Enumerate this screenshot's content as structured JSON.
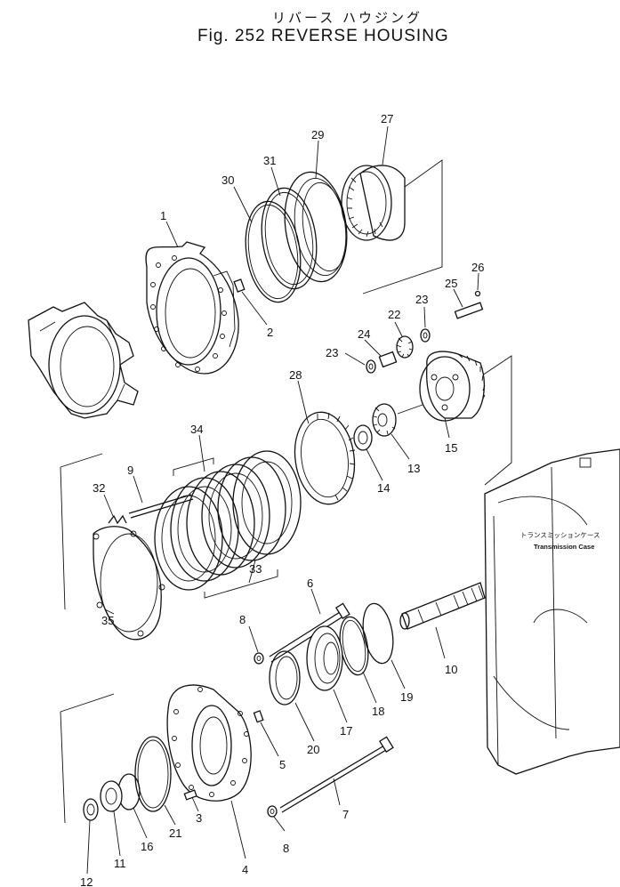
{
  "figure": {
    "title_jp": "リバース ハウジング",
    "title_en": "Fig. 252  REVERSE  HOUSING"
  },
  "case_label": {
    "jp": "トランスミッションケース",
    "en": "Transmission Case"
  },
  "callouts": [
    "1",
    "2",
    "3",
    "4",
    "5",
    "6",
    "7",
    "8",
    "8",
    "9",
    "10",
    "11",
    "12",
    "13",
    "14",
    "15",
    "16",
    "17",
    "18",
    "19",
    "20",
    "21",
    "22",
    "23",
    "23",
    "24",
    "25",
    "26",
    "27",
    "28",
    "29",
    "30",
    "31",
    "32",
    "33",
    "34",
    "35"
  ]
}
